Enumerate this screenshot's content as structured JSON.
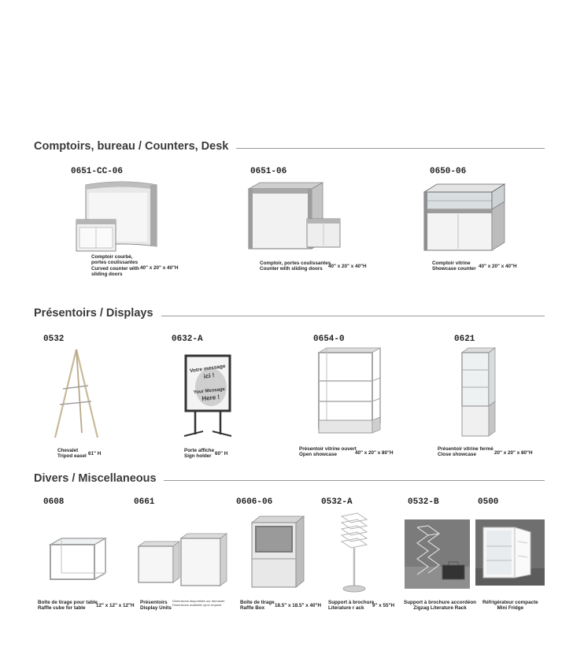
{
  "sections": {
    "counters": {
      "title": "Comptoirs, bureau / Counters, Desk",
      "items": [
        {
          "code": "0651-CC-06",
          "caption_fr1": "Comptoir courbé,",
          "caption_fr2": "portes coulissantes",
          "caption_en1": "Curved counter with",
          "caption_en2": "sliding doors",
          "dims": "40\" x 20\" x 40\"H"
        },
        {
          "code": "0651-06",
          "caption_fr": "Comptoir, portes coulissantes",
          "caption_en": "Counter with sliding doors",
          "dims": "40\" x 20\" x 40\"H"
        },
        {
          "code": "0650-06",
          "caption_fr": "Comptoir vitrine",
          "caption_en": "Showcase counter",
          "dims": "40\" x 20\" x 40\"H"
        }
      ]
    },
    "displays": {
      "title": "Présentoirs / Displays",
      "items": [
        {
          "code": "0532",
          "caption_fr": "Chevalet",
          "caption_en": "Tripod easel",
          "dims": "61\" H"
        },
        {
          "code": "0632-A",
          "caption_fr": "Porte affiche",
          "caption_en": "Sign holder",
          "dims": "60\" H",
          "sign_line1": "Votre message",
          "sign_line2": "ici !",
          "sign_line3": "Your Message",
          "sign_line4": "Here !"
        },
        {
          "code": "0654-0",
          "caption_fr": "Présentoir vitrine ouvert",
          "caption_en": "Open showcase",
          "dims": "40\" x 20\" x 80\"H"
        },
        {
          "code": "0621",
          "caption_fr": "Présentoir vitrine fermé",
          "caption_en": "Close showcase",
          "dims": "20\" x 20\" x 80\"H"
        }
      ]
    },
    "misc": {
      "title": "Divers / Miscellaneous",
      "items": [
        {
          "code": "0608",
          "caption_fr": "Boîte de tirage pour table",
          "caption_en": "Raffle cube for table",
          "dims": "12\" x 12\" x 12\"H"
        },
        {
          "code": "0661",
          "caption_fr": "Présentoirs",
          "caption_en": "Display Units",
          "note1": "Dimensions disponibles sur demande",
          "note2": "Dimensions available upon request"
        },
        {
          "code": "0606-06",
          "caption_fr": "Boîte de tirage",
          "caption_en": "Raffle Box",
          "dims": "18.5\" x 18.5\" x 40\"H"
        },
        {
          "code": "0532-A",
          "caption_fr": "Support à brochure",
          "caption_en": "Literature r ack",
          "dims": "9\" x 55\"H"
        },
        {
          "code": "0532-B",
          "caption_fr": "Support à brochure accordéon",
          "caption_en": "Zigzag Literature Rack"
        },
        {
          "code": "0500",
          "caption_fr": "Réfrigérateur compacte",
          "caption_en": "Mini Fridge"
        }
      ]
    }
  }
}
